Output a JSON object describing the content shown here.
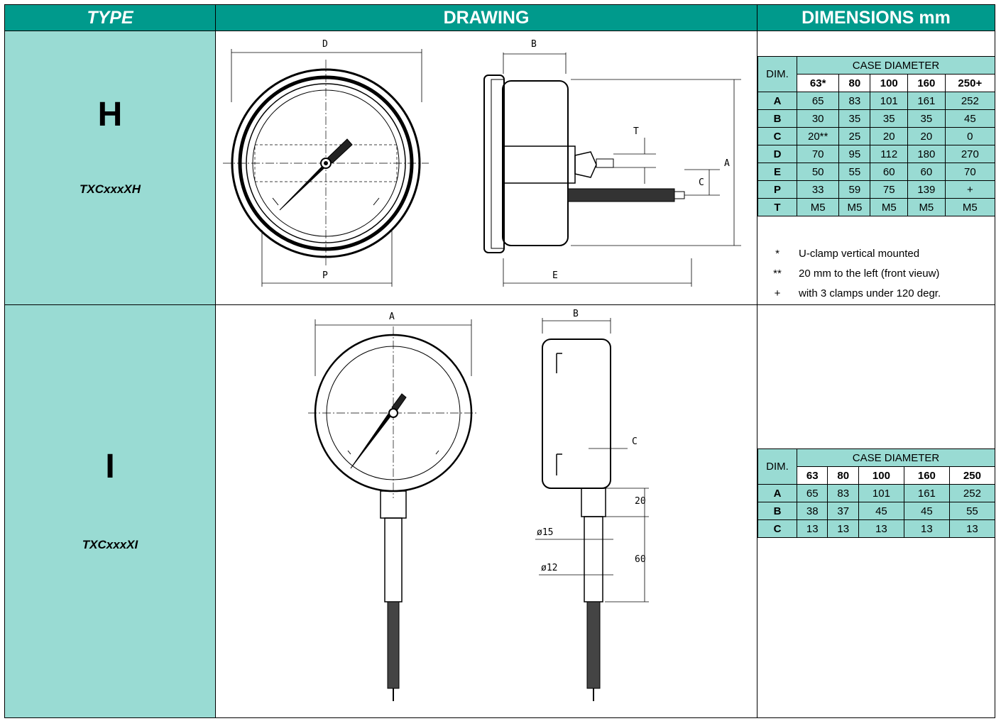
{
  "headers": {
    "type": "TYPE",
    "drawing": "DRAWING",
    "dimensions": "DIMENSIONS mm"
  },
  "rows": [
    {
      "letter": "H",
      "model": "TXCxxxXH",
      "drawing_labels": {
        "D": "D",
        "P": "P",
        "B": "B",
        "E": "E",
        "A": "A",
        "T": "T",
        "C": "C"
      },
      "table": {
        "dim_label": "DIM.",
        "case_label": "CASE DIAMETER",
        "columns": [
          "63*",
          "80",
          "100",
          "160",
          "250+"
        ],
        "rows": [
          {
            "key": "A",
            "values": [
              "65",
              "83",
              "101",
              "161",
              "252"
            ]
          },
          {
            "key": "B",
            "values": [
              "30",
              "35",
              "35",
              "35",
              "45"
            ]
          },
          {
            "key": "C",
            "values": [
              "20**",
              "25",
              "20",
              "20",
              "0"
            ]
          },
          {
            "key": "D",
            "values": [
              "70",
              "95",
              "112",
              "180",
              "270"
            ]
          },
          {
            "key": "E",
            "values": [
              "50",
              "55",
              "60",
              "60",
              "70"
            ]
          },
          {
            "key": "P",
            "values": [
              "33",
              "59",
              "75",
              "139",
              "+"
            ]
          },
          {
            "key": "T",
            "values": [
              "M5",
              "M5",
              "M5",
              "M5",
              "M5"
            ]
          }
        ]
      },
      "notes": [
        {
          "symbol": "*",
          "text": "U-clamp vertical mounted"
        },
        {
          "symbol": "**",
          "text": "20 mm to the left (front vieuw)"
        },
        {
          "symbol": "+",
          "text": "with 3 clamps under 120 degr."
        }
      ]
    },
    {
      "letter": "I",
      "model": "TXCxxxXI",
      "drawing_labels": {
        "A": "A",
        "B": "B",
        "C": "C",
        "d15": "ø15",
        "d12": "ø12",
        "l20": "20",
        "l60": "60"
      },
      "table": {
        "dim_label": "DIM.",
        "case_label": "CASE DIAMETER",
        "columns": [
          "63",
          "80",
          "100",
          "160",
          "250"
        ],
        "rows": [
          {
            "key": "A",
            "values": [
              "65",
              "83",
              "101",
              "161",
              "252"
            ]
          },
          {
            "key": "B",
            "values": [
              "38",
              "37",
              "45",
              "45",
              "55"
            ]
          },
          {
            "key": "C",
            "values": [
              "13",
              "13",
              "13",
              "13",
              "13"
            ]
          }
        ]
      }
    }
  ]
}
